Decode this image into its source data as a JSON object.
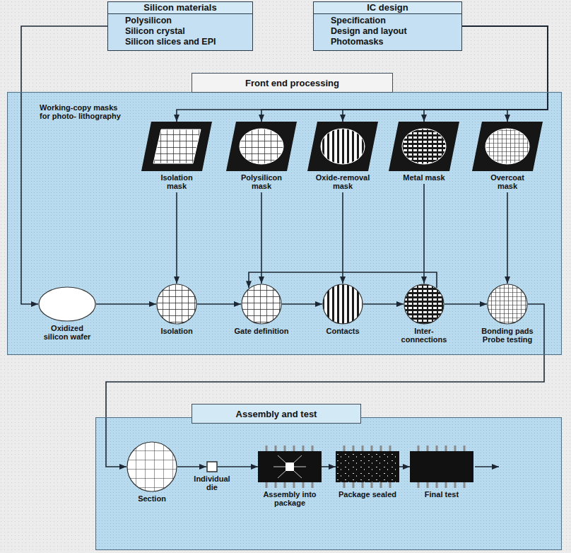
{
  "diagram": {
    "nodes": [
      {
        "text": [
          "Silicon materials",
          "Polysilicon",
          "Silicon crystal",
          "Silicon slices and EPI"
        ]
      },
      {
        "text": [
          "IC design",
          "Specification",
          "Design and layout",
          "Photomasks"
        ]
      },
      {
        "text": [
          "Front end processing"
        ]
      },
      {
        "text": [
          "Isolation mask"
        ],
        "in": 2
      },
      {
        "text": [
          "Polysilicon mask"
        ],
        "in": 2
      },
      {
        "text": [
          "Oxide-removal mask"
        ],
        "in": 2
      },
      {
        "text": [
          "Metal mask"
        ],
        "in": 2
      },
      {
        "text": [
          "Overcoat mask"
        ],
        "in": 2
      },
      {
        "text": [
          "Oxidized silicon wafer"
        ],
        "in": 2
      },
      {
        "text": [
          "Isolation"
        ],
        "in": 2
      },
      {
        "text": [
          "Gate definition"
        ],
        "in": 2
      },
      {
        "text": [
          "Contacts"
        ],
        "in": 2
      },
      {
        "text": [
          "Inter- connections"
        ],
        "in": 2
      },
      {
        "text": [
          "Bonding pads Probe testing"
        ],
        "in": 2
      },
      {
        "text": [
          "Assembly and test"
        ]
      },
      {
        "text": [
          "Section"
        ],
        "in": 14
      },
      {
        "text": [
          "Individual die"
        ],
        "in": 14
      },
      {
        "text": [
          "Assembly into package"
        ],
        "in": 14
      },
      {
        "text": [
          "Package sealed"
        ],
        "in": 14
      },
      {
        "text": [
          "Final test"
        ],
        "in": 14
      }
    ],
    "edges": [
      {
        "from": 0,
        "to": 8,
        "arrow": "to"
      },
      {
        "from": 1,
        "to": 3,
        "arrow": "to"
      },
      {
        "from": 1,
        "to": 4,
        "arrow": "to"
      },
      {
        "from": 1,
        "to": 5,
        "arrow": "to"
      },
      {
        "from": 1,
        "to": 6,
        "arrow": "to"
      },
      {
        "from": 1,
        "to": 7,
        "arrow": "to"
      },
      {
        "from": 3,
        "to": 9,
        "arrow": "to"
      },
      {
        "from": 4,
        "to": 10,
        "arrow": "to"
      },
      {
        "from": 5,
        "to": 11,
        "arrow": "to"
      },
      {
        "from": 6,
        "to": 12,
        "arrow": "to"
      },
      {
        "from": 7,
        "to": 13,
        "arrow": "to"
      },
      {
        "from": 8,
        "to": 9,
        "arrow": "to"
      },
      {
        "from": 9,
        "to": 10,
        "arrow": "to"
      },
      {
        "from": 10,
        "to": 11,
        "arrow": "to"
      },
      {
        "from": 11,
        "to": 12,
        "arrow": "to"
      },
      {
        "from": 12,
        "to": 13,
        "arrow": "to"
      },
      {
        "from": 12,
        "to": 10,
        "arrow": "to"
      },
      {
        "from": 13,
        "to": 15,
        "arrow": "to"
      },
      {
        "from": 15,
        "to": 16,
        "arrow": "to"
      },
      {
        "from": 16,
        "to": 17,
        "arrow": "to"
      },
      {
        "from": 17,
        "to": 18,
        "arrow": "to"
      },
      {
        "from": 18,
        "to": 19,
        "arrow": "to"
      }
    ],
    "labels": [
      "Working-copy masks for photo- lithography"
    ]
  }
}
